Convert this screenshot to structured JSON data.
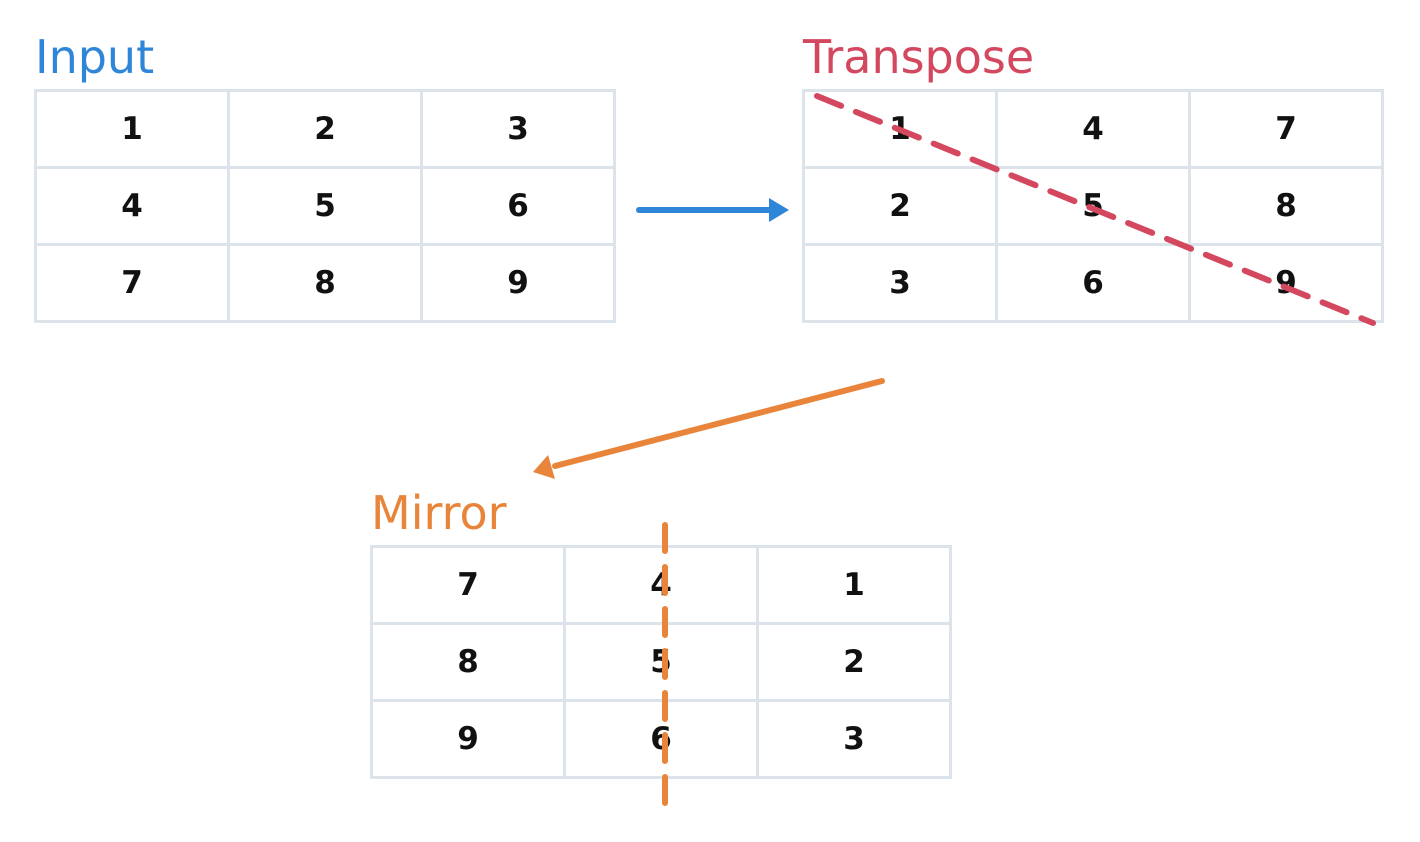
{
  "colors": {
    "input": "#2f86d9",
    "transpose": "#d4485f",
    "mirror": "#e8853a",
    "grid_border": "#dde3ea",
    "cell_text": "#111111"
  },
  "panels": {
    "input": {
      "title": "Input",
      "rows": [
        [
          "1",
          "2",
          "3"
        ],
        [
          "4",
          "5",
          "6"
        ],
        [
          "7",
          "8",
          "9"
        ]
      ]
    },
    "transpose": {
      "title": "Transpose",
      "rows": [
        [
          "1",
          "4",
          "7"
        ],
        [
          "2",
          "5",
          "8"
        ],
        [
          "3",
          "6",
          "9"
        ]
      ]
    },
    "mirror": {
      "title": "Mirror",
      "rows": [
        [
          "7",
          "4",
          "1"
        ],
        [
          "8",
          "5",
          "2"
        ],
        [
          "9",
          "6",
          "3"
        ]
      ]
    }
  }
}
